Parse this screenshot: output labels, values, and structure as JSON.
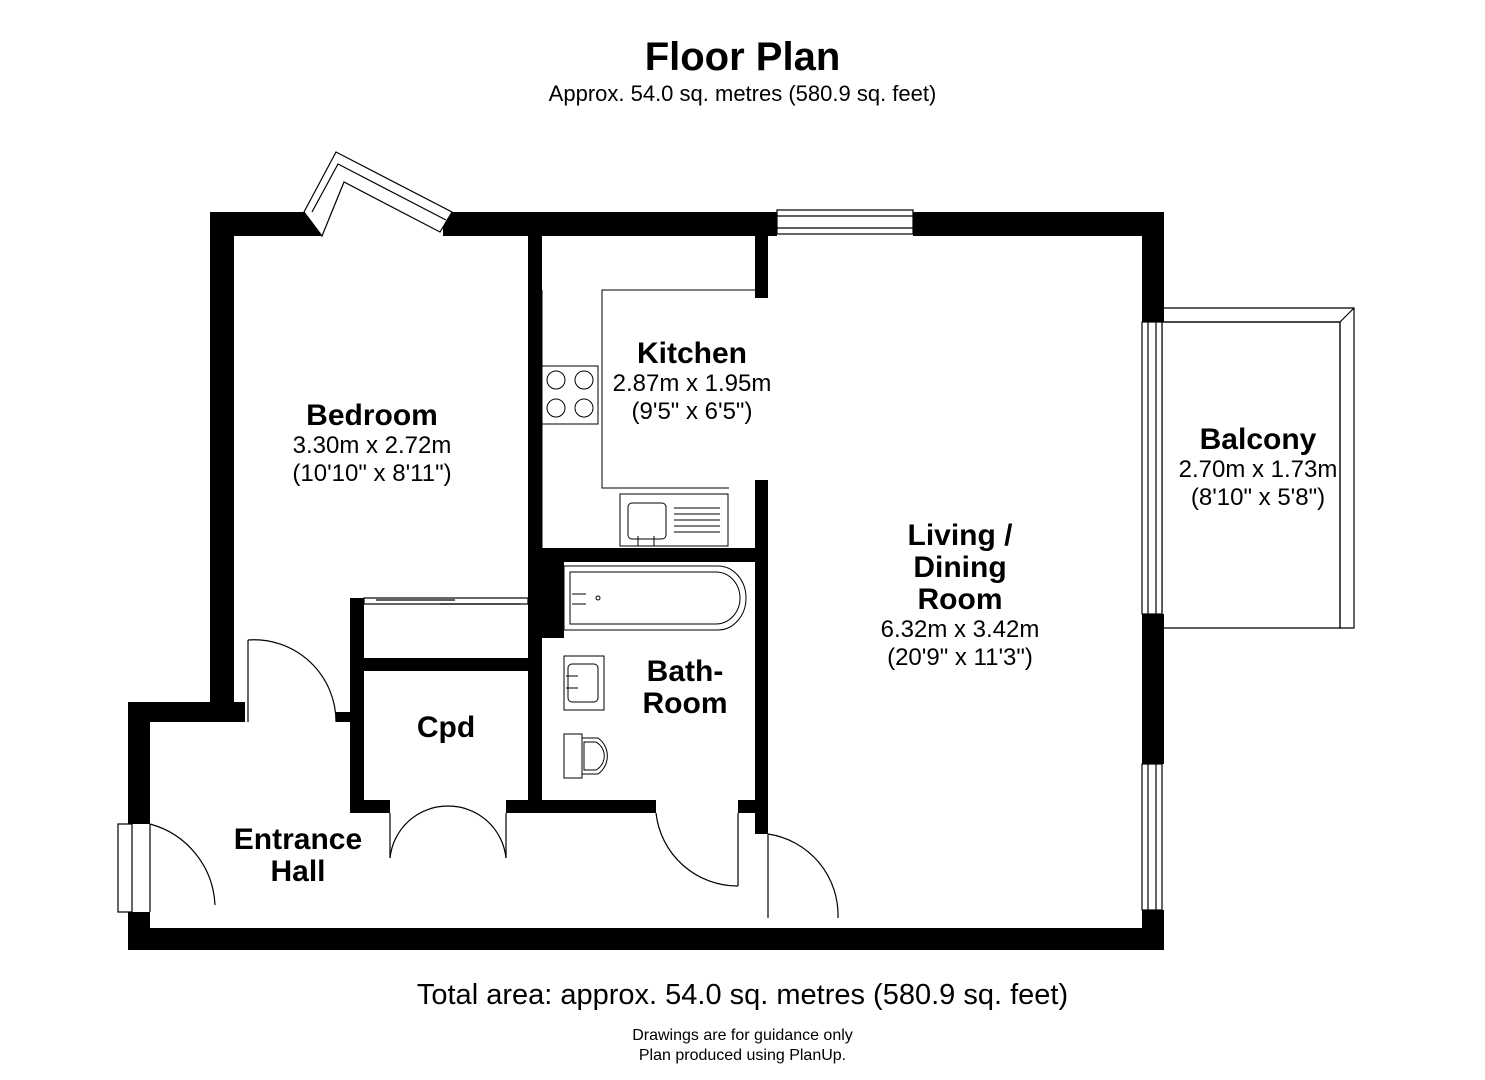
{
  "header": {
    "title": "Floor Plan",
    "subtitle": "Approx. 54.0 sq. metres (580.9 sq. feet)"
  },
  "rooms": {
    "bedroom": {
      "name": "Bedroom",
      "metric": "3.30m x 2.72m",
      "imperial": "(10'10\" x 8'11\")"
    },
    "kitchen": {
      "name": "Kitchen",
      "metric": "2.87m x 1.95m",
      "imperial": "(9'5\" x 6'5\")"
    },
    "balcony": {
      "name": "Balcony",
      "metric": "2.70m x 1.73m",
      "imperial": "(8'10\" x 5'8\")"
    },
    "living": {
      "name_line1": "Living /",
      "name_line2": "Dining",
      "name_line3": "Room",
      "metric": "6.32m x 3.42m",
      "imperial": "(20'9\" x 11'3\")"
    },
    "bathroom": {
      "name_line1": "Bath-",
      "name_line2": "Room"
    },
    "cupboard": {
      "name": "Cpd"
    },
    "entrance": {
      "name_line1": "Entrance",
      "name_line2": "Hall"
    }
  },
  "footer": {
    "total_area": "Total area: approx. 54.0 sq. metres (580.9 sq. feet)",
    "note_line1": "Drawings are for guidance only",
    "note_line2": "Plan produced using PlanUp."
  }
}
